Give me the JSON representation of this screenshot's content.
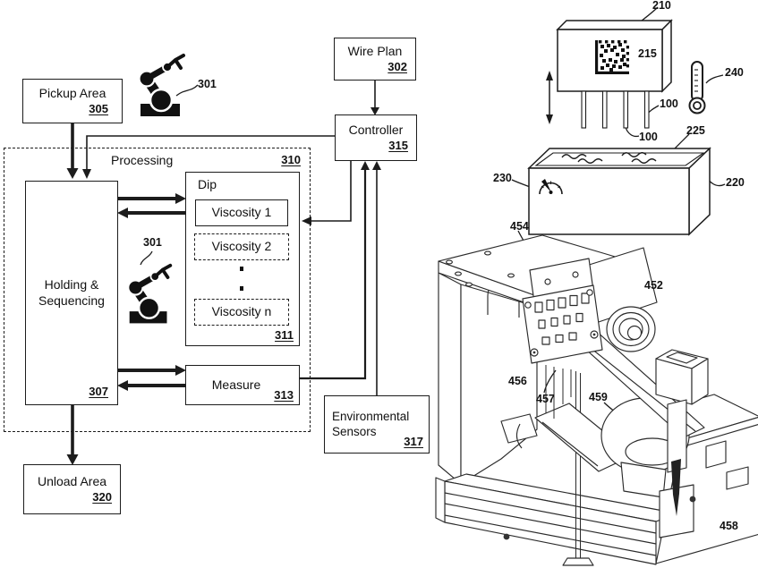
{
  "flowchart": {
    "pickup_area": {
      "label": "Pickup Area",
      "ref": "305"
    },
    "wire_plan": {
      "label": "Wire Plan",
      "ref": "302"
    },
    "controller": {
      "label": "Controller",
      "ref": "315"
    },
    "processing": {
      "label": "Processing",
      "ref": "310"
    },
    "holding_sequencing": {
      "line1": "Holding &",
      "line2": "Sequencing",
      "ref": "307"
    },
    "dip": {
      "label": "Dip",
      "ref": "311"
    },
    "viscosity_1": {
      "label": "Viscosity 1"
    },
    "viscosity_2": {
      "label": "Viscosity 2"
    },
    "viscosity_n": {
      "label": "Viscosity n"
    },
    "measure": {
      "label": "Measure",
      "ref": "313"
    },
    "environmental_sensors": {
      "line1": "Environmental",
      "line2": "Sensors",
      "ref": "317"
    },
    "unload_area": {
      "label": "Unload Area",
      "ref": "320"
    },
    "robot_top": {
      "ref": "301"
    },
    "robot_inner": {
      "ref": "301"
    }
  },
  "component_illustration": {
    "body_ref": "210",
    "barcode_ref": "215",
    "thermometer_ref": "240",
    "pin_ref_a": "100",
    "pin_ref_b": "100"
  },
  "tank_illustration": {
    "liquid_ref": "225",
    "gauge_ref": "230",
    "tank_ref": "220"
  },
  "machine_illustration": {
    "frame_ref": "454",
    "motor_ref": "452",
    "clamp_ref": "456",
    "pins_ref": "457",
    "turntable_ref": "459",
    "base_ref": "458"
  },
  "colors": {
    "ink": "#1c1c1c"
  }
}
